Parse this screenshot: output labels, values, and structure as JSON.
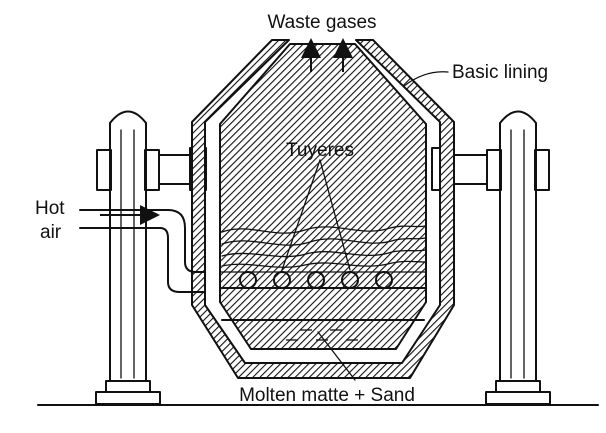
{
  "labels": {
    "waste_gases": "Waste gases",
    "basic_lining": "Basic lining",
    "tuyeres": "Tuyeres",
    "hot": "Hot",
    "air": "air",
    "molten": "Molten matte + Sand"
  },
  "colors": {
    "ink": "#111111",
    "background": "#ffffff"
  }
}
